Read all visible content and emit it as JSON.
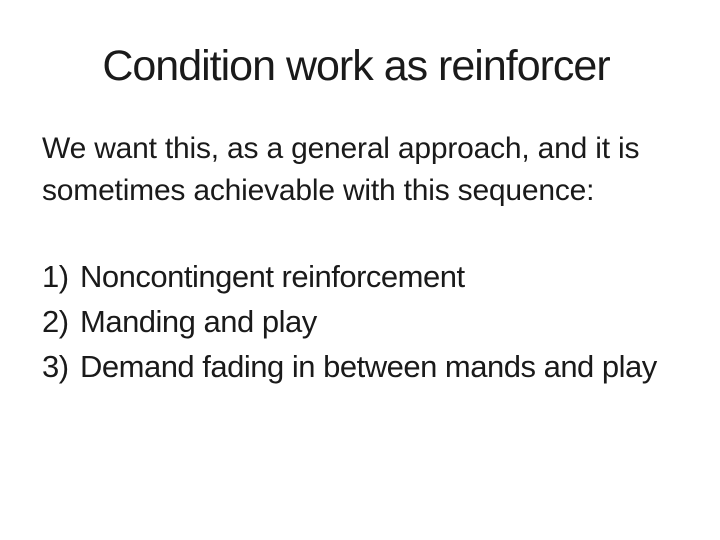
{
  "slide": {
    "title": "Condition work as reinforcer",
    "paragraph": {
      "lines": [
        "We want this, as a general approach, and it is",
        "sometimes achievable with this sequence:"
      ]
    },
    "list": [
      {
        "number": "1)",
        "text": "Noncontingent reinforcement"
      },
      {
        "number": "2)",
        "text": "Manding and play"
      },
      {
        "number": "3)",
        "text": "Demand fading in between mands and play"
      }
    ],
    "colors": {
      "background": "#ffffff",
      "text": "#1a1a1a"
    }
  }
}
